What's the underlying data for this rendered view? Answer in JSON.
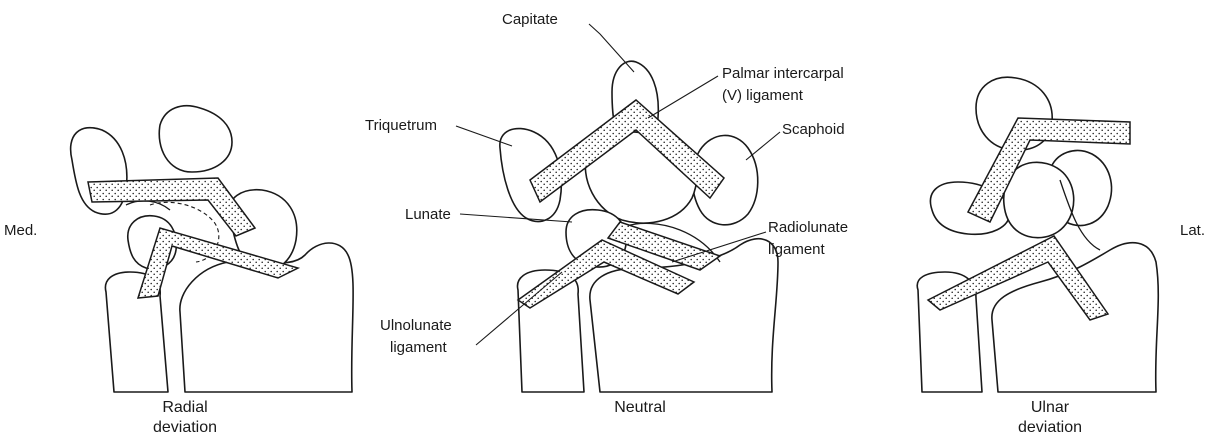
{
  "labels": {
    "capitate": "Capitate",
    "palmar_line1": "Palmar intercarpal",
    "palmar_line2": "(V) ligament",
    "triquetrum": "Triquetrum",
    "scaphoid": "Scaphoid",
    "lunate": "Lunate",
    "radiolunate_line1": "Radiolunate",
    "radiolunate_line2": "ligament",
    "ulnolunate_line1": "Ulnolunate",
    "ulnolunate_line2": "ligament",
    "medial": "Med.",
    "lateral": "Lat."
  },
  "panels": [
    {
      "caption_line1": "Radial",
      "caption_line2": "deviation"
    },
    {
      "caption_line1": "Neutral",
      "caption_line2": ""
    },
    {
      "caption_line1": "Ulnar",
      "caption_line2": "deviation"
    }
  ],
  "colors": {
    "ink": "#1a1a1a",
    "background": "#ffffff"
  }
}
